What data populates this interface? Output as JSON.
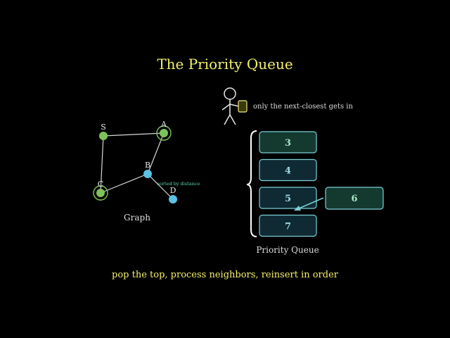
{
  "title": "The Priority Queue",
  "colors": {
    "background": "#000000",
    "title": "#f5f06a",
    "footer": "#f5f06a",
    "edge": "#d8d8d8",
    "visited_node": "#7dc35a",
    "frontier_node": "#5bc0e6",
    "queue_top_fill": "#143a30",
    "queue_fill": "#0f2a33",
    "queue_stroke": "#7ccfd8",
    "queue_text": "#9fd8e8",
    "queue_top_text": "#a8e6c8",
    "sorted_note": "#5fd6a8",
    "token": "#f0e87a"
  },
  "graph": {
    "nodes": [
      {
        "id": "S",
        "label": "S",
        "state": "visited",
        "ring": false
      },
      {
        "id": "A",
        "label": "A",
        "state": "visited",
        "ring": true
      },
      {
        "id": "B",
        "label": "B",
        "state": "frontier",
        "ring": false
      },
      {
        "id": "C",
        "label": "C",
        "state": "visited",
        "ring": true
      },
      {
        "id": "D",
        "label": "D",
        "state": "frontier",
        "ring": false
      }
    ],
    "edges": [
      [
        "S",
        "A"
      ],
      [
        "A",
        "B"
      ],
      [
        "S",
        "C"
      ],
      [
        "C",
        "B"
      ],
      [
        "B",
        "D"
      ]
    ],
    "caption": "Graph",
    "sorted_note": "sorted by distance"
  },
  "figure_note": "only the next-closest gets in",
  "queue": {
    "items": [
      "3",
      "4",
      "5",
      "7"
    ],
    "incoming": "6",
    "caption": "Priority Queue"
  },
  "footer": "pop the top, process neighbors, reinsert in order"
}
